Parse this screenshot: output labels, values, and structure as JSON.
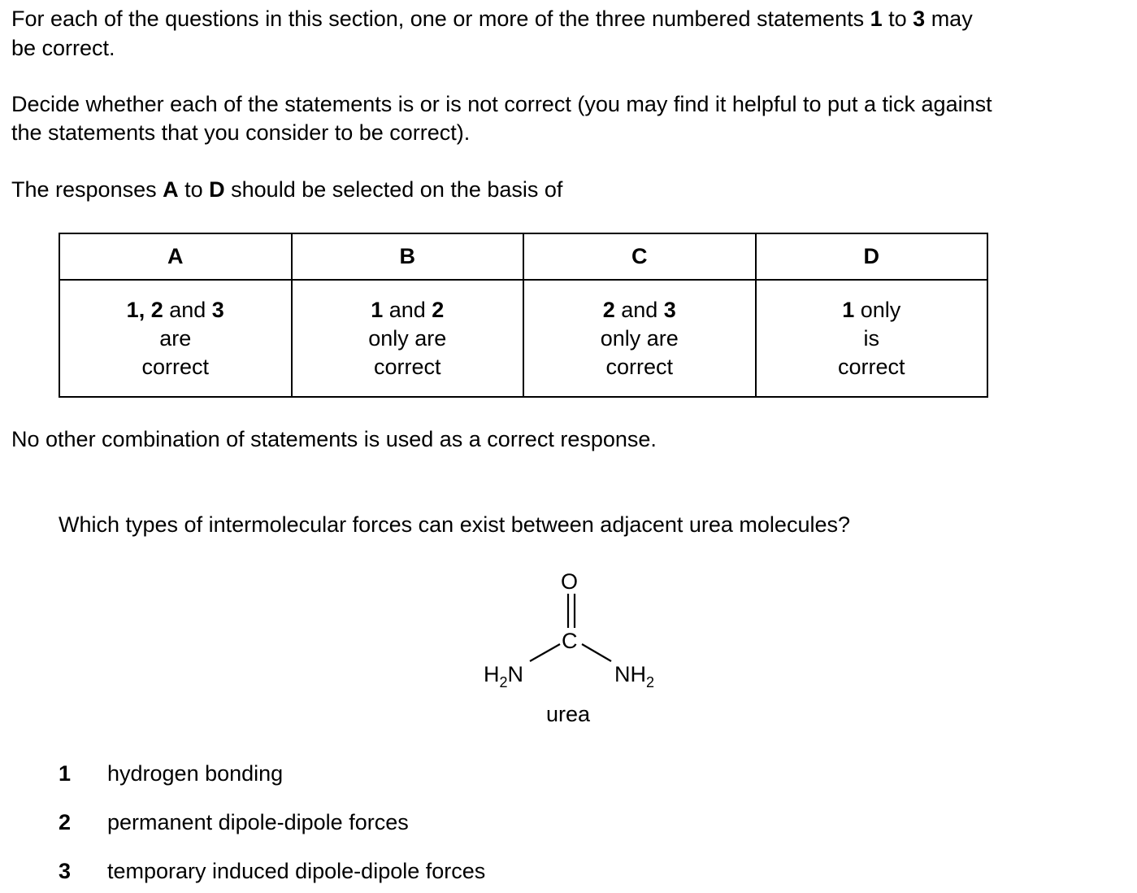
{
  "intro": {
    "p1_a": "For each of the questions in this section, one or more of the three numbered statements ",
    "p1_b1": "1",
    "p1_c": " to ",
    "p1_b2": "3",
    "p1_d": " may",
    "p1_line2": "be correct.",
    "p2_line1": "Decide whether each of the statements is or is not correct (you may find it helpful to put a tick against",
    "p2_line2": "the statements that you consider to be correct).",
    "p3_a": "The responses ",
    "p3_b1": "A",
    "p3_c": " to ",
    "p3_b2": "D",
    "p3_d": " should be selected on the basis of"
  },
  "table": {
    "headers": [
      "A",
      "B",
      "C",
      "D"
    ],
    "cells": [
      {
        "bold": "1, 2",
        "mid": " and ",
        "bold2": "3",
        "l2": "are",
        "l3": "correct"
      },
      {
        "bold": "1",
        "mid": " and ",
        "bold2": "2",
        "l2": "only are",
        "l3": "correct"
      },
      {
        "bold": "2",
        "mid": " and ",
        "bold2": "3",
        "l2": "only are",
        "l3": "correct"
      },
      {
        "bold": "1",
        "mid": " only",
        "bold2": "",
        "l2": "is",
        "l3": "correct"
      }
    ]
  },
  "footer_note": "No other combination of statements is used as a correct response.",
  "question": "Which types of intermolecular forces can exist between adjacent urea molecules?",
  "molecule": {
    "oxygen": "O",
    "carbon": "C",
    "left_group": "H",
    "left_sub": "2",
    "left_n": "N",
    "right_group": "NH",
    "right_sub": "2",
    "caption": "urea"
  },
  "statements": [
    {
      "num": "1",
      "text": "hydrogen bonding"
    },
    {
      "num": "2",
      "text": "permanent dipole-dipole forces"
    },
    {
      "num": "3",
      "text": "temporary induced dipole-dipole forces"
    }
  ]
}
